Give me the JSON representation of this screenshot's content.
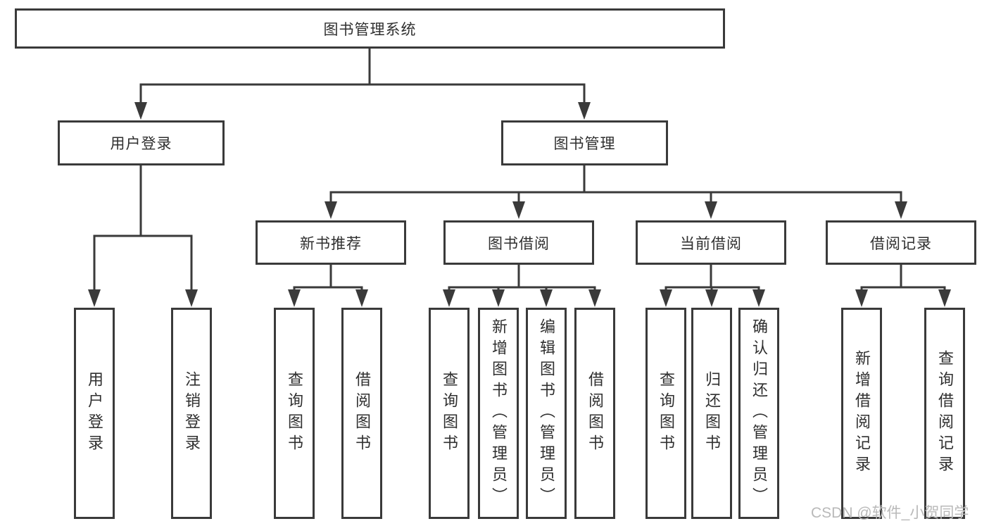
{
  "diagram_type": "hierarchy-tree",
  "tree": {
    "label": "图书管理系统",
    "children": [
      {
        "label": "用户登录",
        "children": [
          {
            "label": "用户登录"
          },
          {
            "label": "注销登录"
          }
        ]
      },
      {
        "label": "图书管理",
        "children": [
          {
            "label": "新书推荐",
            "children": [
              {
                "label": "查询图书"
              },
              {
                "label": "借阅图书"
              }
            ]
          },
          {
            "label": "图书借阅",
            "children": [
              {
                "label": "查询图书"
              },
              {
                "label": "新增图书（管理员）"
              },
              {
                "label": "编辑图书（管理员）"
              },
              {
                "label": "借阅图书"
              }
            ]
          },
          {
            "label": "当前借阅",
            "children": [
              {
                "label": "查询图书"
              },
              {
                "label": "归还图书"
              },
              {
                "label": "确认归还（管理员）"
              }
            ]
          },
          {
            "label": "借阅记录",
            "children": [
              {
                "label": "新增借阅记录"
              },
              {
                "label": "查询借阅记录"
              }
            ]
          }
        ]
      }
    ]
  },
  "watermark": {
    "text": "CSDN @软件_小贺同学"
  },
  "colors": {
    "line": "#3a3a3a",
    "box_border": "#3a3a3a",
    "text": "#2f2f2f",
    "watermark": "#b9b9b9",
    "background": "#ffffff"
  }
}
